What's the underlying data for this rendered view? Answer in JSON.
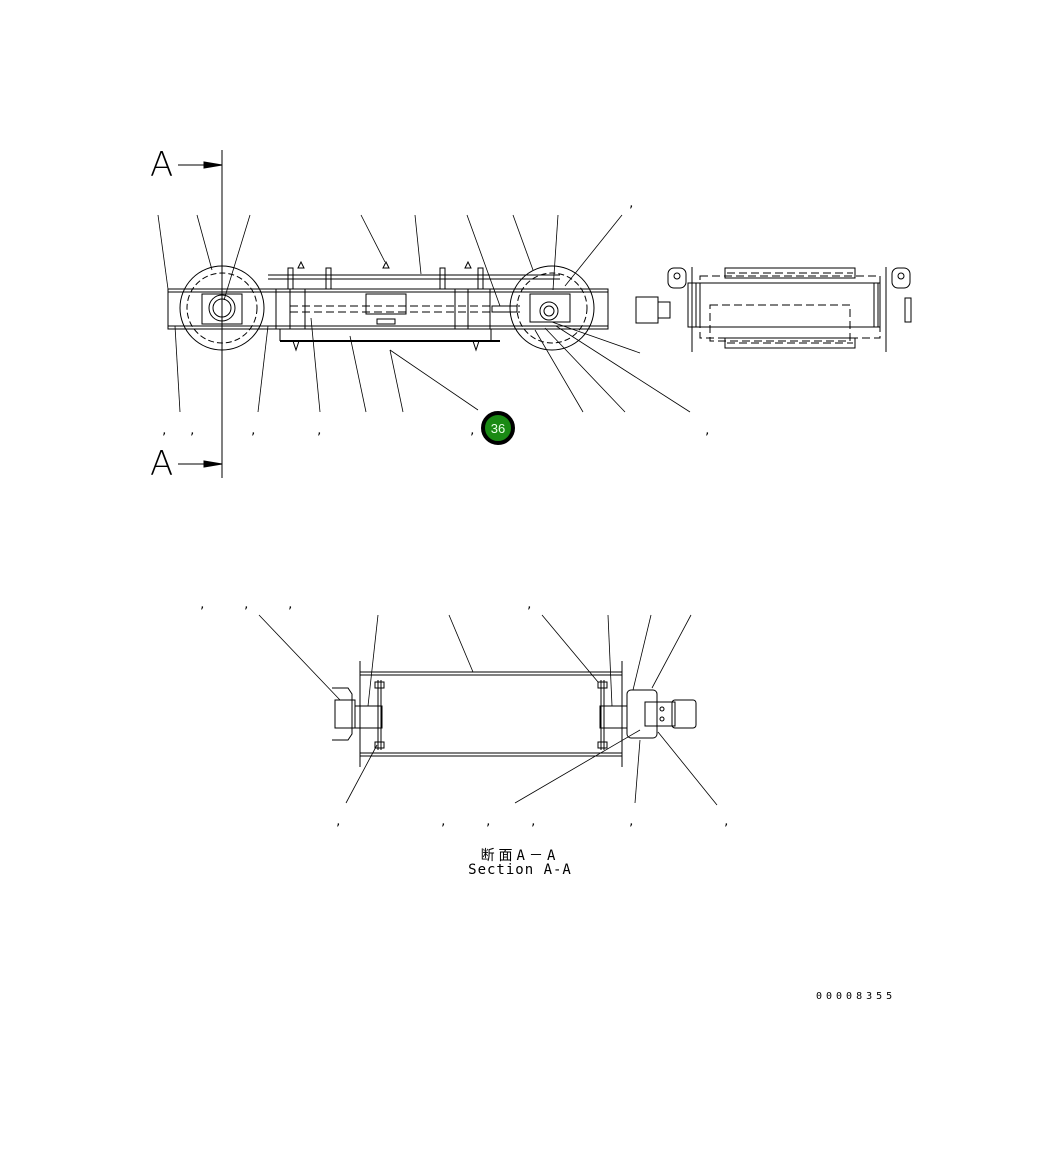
{
  "section_markers": {
    "top_letter": "A",
    "bottom_letter": "A"
  },
  "callout": {
    "number": "36",
    "color": "#1a8a14"
  },
  "section_label": {
    "japanese": "断面A－A",
    "english": "Section A-A"
  },
  "document_number": "00008355",
  "leader_separators": {
    "top_view_upper": [
      ","
    ],
    "top_view_lower": [
      ",",
      ",",
      ",",
      ",",
      ",",
      ","
    ],
    "section_upper": [
      ",",
      ",",
      ",",
      ","
    ],
    "section_lower": [
      ",",
      ",",
      ",",
      ",",
      ",",
      ","
    ]
  }
}
